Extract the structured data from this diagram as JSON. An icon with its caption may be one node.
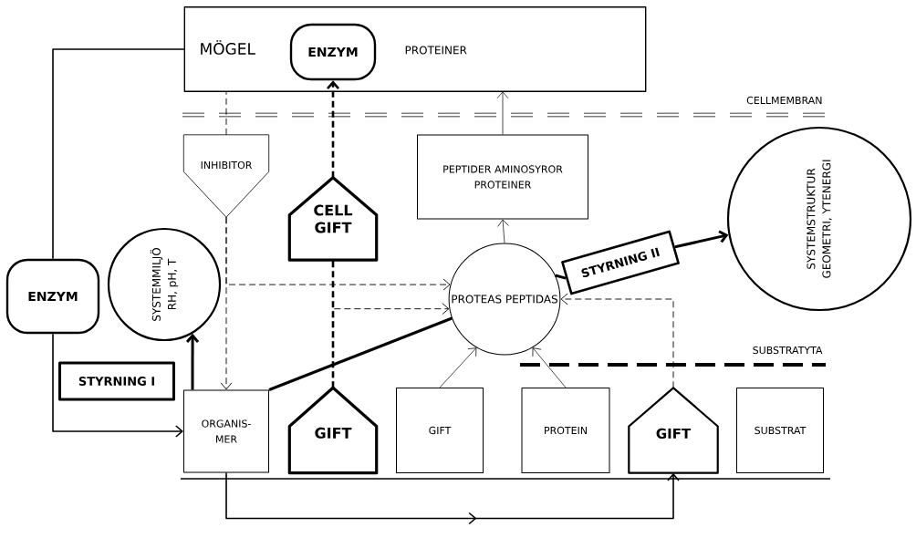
{
  "diagram": {
    "nodes": [
      {
        "text": [
          "MÖGEL",
          "PROTEINER"
        ]
      },
      {
        "text": [
          "ENZYM"
        ],
        "in": 0
      },
      {
        "text": [
          "INHIBITOR"
        ]
      },
      {
        "text": [
          "CELL GIFT"
        ]
      },
      {
        "text": [
          "PEPTIDER AMINOSYROR PROTEINER"
        ]
      },
      {
        "text": [
          "SYSTEMMILJÖ",
          "RH, pH, T"
        ]
      },
      {
        "text": [
          "SYSTEMSTRUKTUR",
          "GEOMETRI, YTENERGI"
        ]
      },
      {
        "text": [
          "ENZYM"
        ]
      },
      {
        "text": [
          "PROTEAS PEPTIDAS"
        ]
      },
      {
        "text": [
          "STYRNING II"
        ]
      },
      {
        "text": [
          "STYRNING I"
        ]
      },
      {
        "text": [
          "ORGANIS- MER"
        ]
      },
      {
        "text": [
          "GIFT"
        ]
      },
      {
        "text": [
          "GIFT"
        ]
      },
      {
        "text": [
          "PROTEIN"
        ]
      },
      {
        "text": [
          "GIFT"
        ]
      },
      {
        "text": [
          "SUBSTRAT"
        ]
      }
    ],
    "edges": [
      {
        "from": 0,
        "to": 7,
        "arrow": "none"
      },
      {
        "from": 7,
        "to": 11,
        "arrow": "to"
      },
      {
        "from": 2,
        "to": 0,
        "arrow": "none",
        "style": "dashed"
      },
      {
        "from": 2,
        "to": 11,
        "arrow": "to",
        "style": "dashed"
      },
      {
        "from": 2,
        "to": 8,
        "arrow": "to",
        "style": "dashed"
      },
      {
        "from": 3,
        "to": 1,
        "arrow": "to",
        "style": "dashed"
      },
      {
        "from": 12,
        "to": 3,
        "arrow": "none",
        "style": "dashed"
      },
      {
        "from": 12,
        "to": 8,
        "arrow": "to",
        "style": "dashed"
      },
      {
        "from": 11,
        "to": 5,
        "arrow": "to",
        "style": "thick"
      },
      {
        "from": 11,
        "to": 8,
        "arrow": "none",
        "style": "thick"
      },
      {
        "from": 8,
        "to": 9,
        "arrow": "none",
        "style": "thick"
      },
      {
        "from": 9,
        "to": 6,
        "arrow": "to",
        "style": "thick"
      },
      {
        "from": 8,
        "to": 4,
        "arrow": "to"
      },
      {
        "from": 4,
        "to": 0,
        "arrow": "to"
      },
      {
        "from": 13,
        "to": 8,
        "arrow": "to"
      },
      {
        "from": 14,
        "to": 8,
        "arrow": "to"
      },
      {
        "from": 15,
        "to": 8,
        "arrow": "to",
        "style": "dashed"
      },
      {
        "from": 11,
        "to": 15,
        "arrow": "to"
      }
    ],
    "labels": [
      "CELLMEMBRAN",
      "SUBSTRATYTA"
    ]
  }
}
